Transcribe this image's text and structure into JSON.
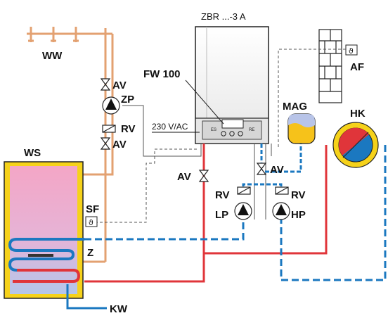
{
  "labels": {
    "ww": "WW",
    "boiler_model": "ZBR ...-3 A",
    "fw100": "FW 100",
    "mag": "MAG",
    "hk": "HK",
    "af": "AF",
    "av1": "AV",
    "zp": "ZP",
    "rv1": "RV",
    "av2": "AV",
    "voltage": "230 V/AC",
    "ws": "WS",
    "av3": "AV",
    "av4": "AV",
    "rv2": "RV",
    "rv3": "RV",
    "lp": "LP",
    "hp": "HP",
    "sf": "SF",
    "z": "Z",
    "kw": "KW",
    "boiler_left_mark": "ES",
    "boiler_right_mark": "RE",
    "sensor_symbol_sf": "ϑ",
    "sensor_symbol_af": "ϑ"
  },
  "colors": {
    "hot": "#e0353a",
    "cold": "#1b78c0",
    "circulation": "#e3a171",
    "control_line": "#555555",
    "tank_shell": "#f6d21a",
    "tank_hot": "#f2a9c8",
    "tank_cold": "#b8c4e8",
    "expansion_vessel": "#f6c21a"
  }
}
